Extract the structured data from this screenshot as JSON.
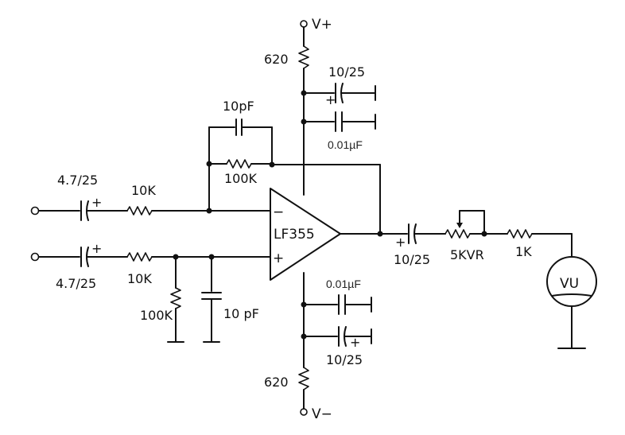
{
  "supply": {
    "pos": "V+",
    "neg": "V−"
  },
  "opamp": {
    "name": "LF355",
    "inv": "−",
    "noninv": "+"
  },
  "labels": {
    "r_top": "620",
    "r_bottom": "620",
    "c_top_electro": "10/25",
    "c_top_cer": "0.01µF",
    "c_bot_cer": "0.01µF",
    "c_bot_electro": "10/25",
    "fb_cap": "10pF",
    "fb_res": "100K",
    "in1_cap": "4.7/25",
    "in1_res": "10K",
    "in2_cap": "4.7/25",
    "in2_res": "10K",
    "shunt_res": "100K",
    "shunt_cap": "10 pF",
    "out_cap": "10/25",
    "pot": "5KVR",
    "out_res": "1K",
    "meter": "VU",
    "plus": "+"
  }
}
